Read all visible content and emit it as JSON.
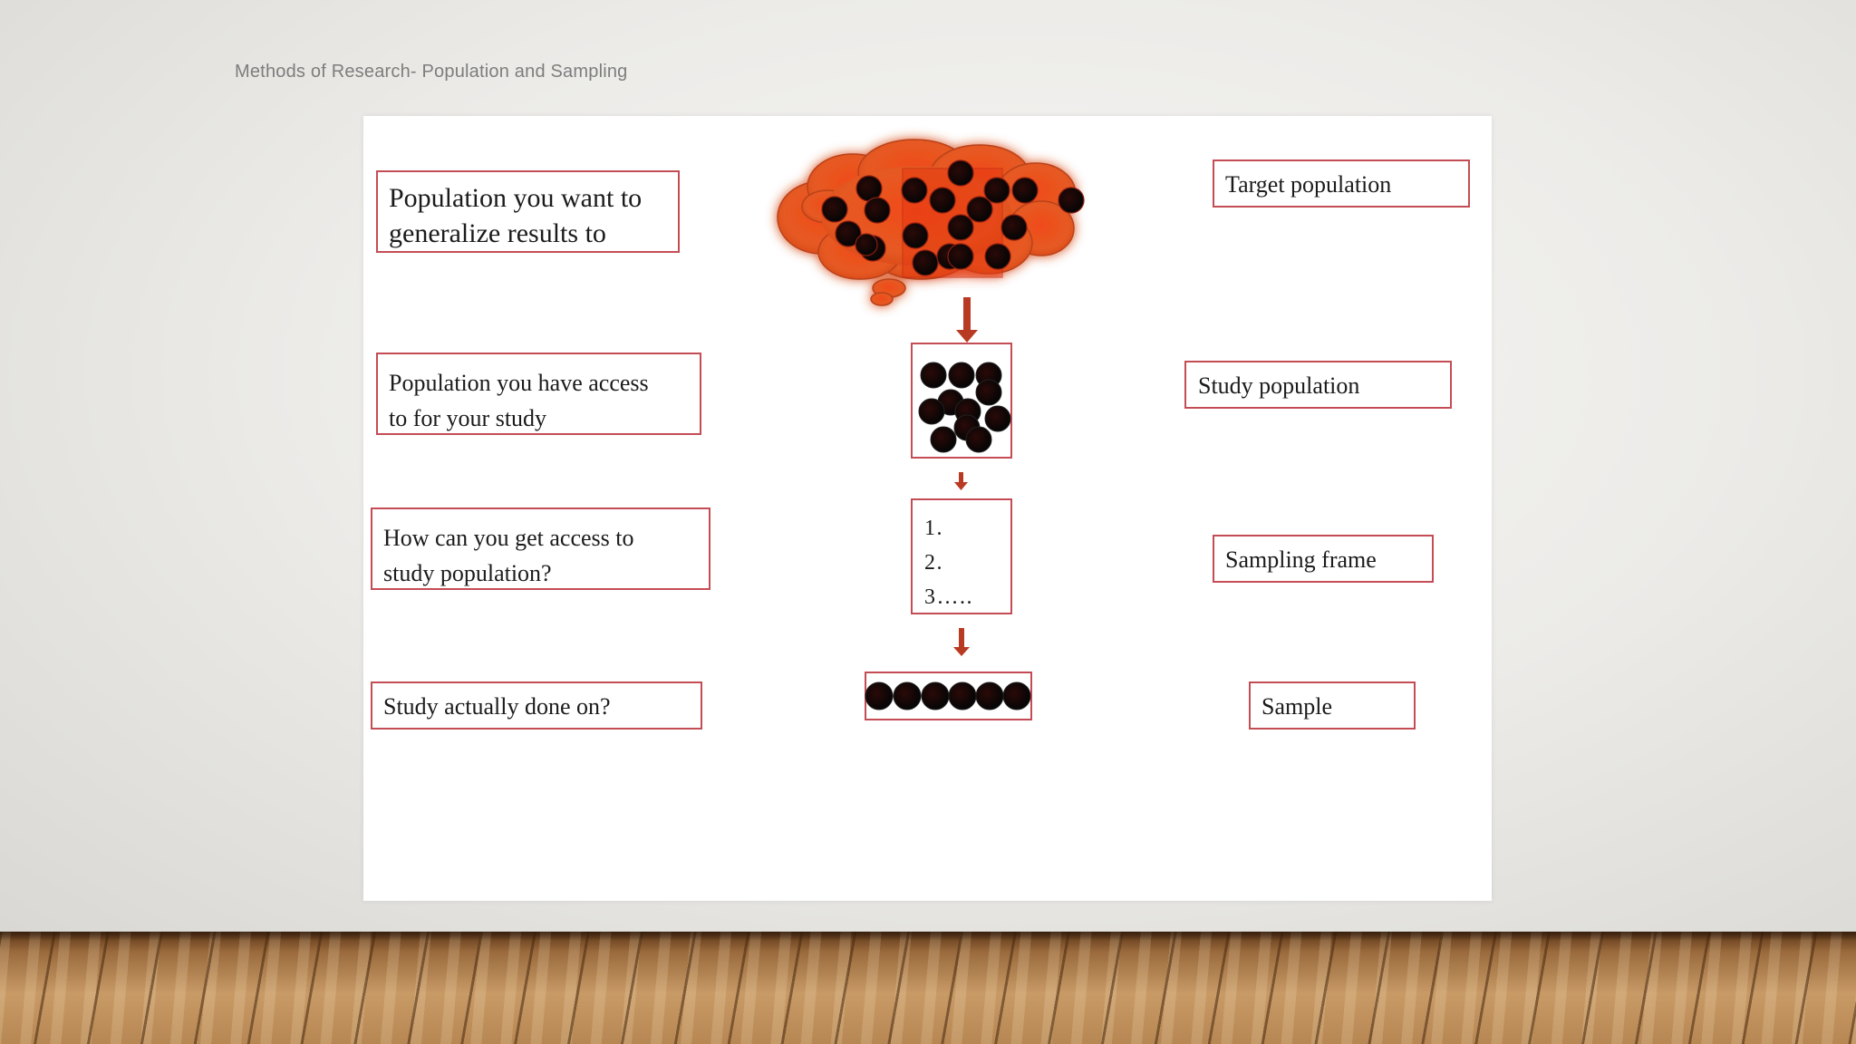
{
  "header": {
    "title": "Methods of Research- Population and Sampling"
  },
  "left_labels": [
    {
      "line1": "Population you want to",
      "line2": "generalize results  to"
    },
    {
      "line1": "Population  you have access",
      "line2": "to for your study"
    },
    {
      "line1": "How can you get access to",
      "line2": "study population?"
    },
    {
      "line1": "Study actually done on?",
      "line2": ""
    }
  ],
  "right_labels": [
    "Target population",
    "Study  population",
    "Sampling frame",
    "Sample"
  ],
  "sampling_frame_list": [
    "1.",
    "2.",
    "3….."
  ],
  "colors": {
    "box_border": "#c44d55",
    "arrow": "#b93a22",
    "cloud": "#e8521f",
    "dot": "#111111"
  }
}
